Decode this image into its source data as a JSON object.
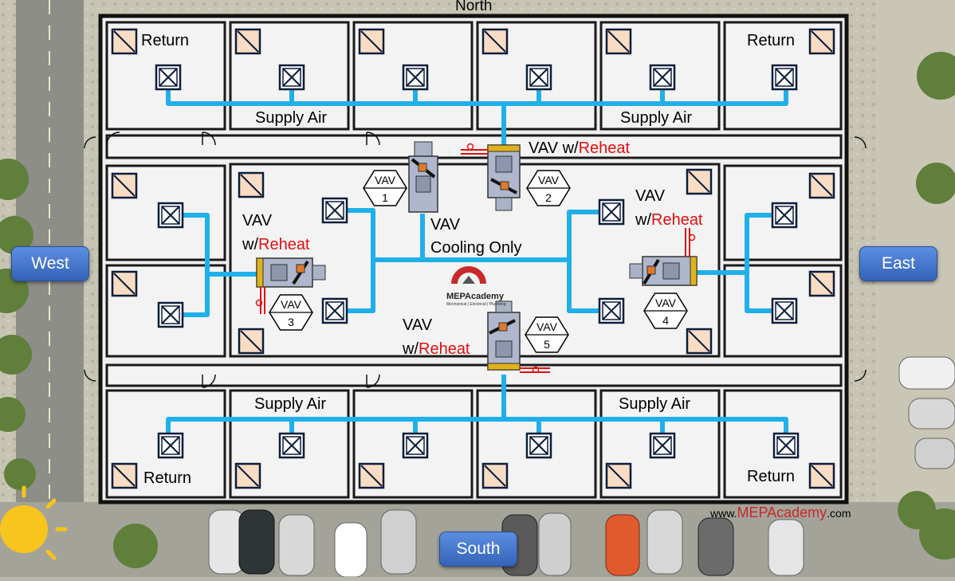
{
  "directions": {
    "north": "North",
    "south": "South",
    "east": "East",
    "west": "West"
  },
  "labels": {
    "return": "Return",
    "supply_air": "Supply Air",
    "vav": "VAV",
    "vav_w": "VAV w/",
    "w": "w/",
    "reheat": "Reheat",
    "cooling_only": "Cooling Only"
  },
  "vav_units": [
    "1",
    "2",
    "3",
    "4",
    "5"
  ],
  "logo": {
    "brand": "MEPAcademy",
    "tagline": "Mechanical | Electrical | Plumbing"
  },
  "website": {
    "prefix": "www.",
    "brand": "MEPAcademy",
    "suffix": ".com"
  },
  "colors": {
    "duct": "#1fb0ea",
    "reheat": "#e01010",
    "wall": "#1a1a1a",
    "floor": "#f2f2f2",
    "return_grille": "#f8dcc4",
    "direction_button": "#4674cc"
  }
}
